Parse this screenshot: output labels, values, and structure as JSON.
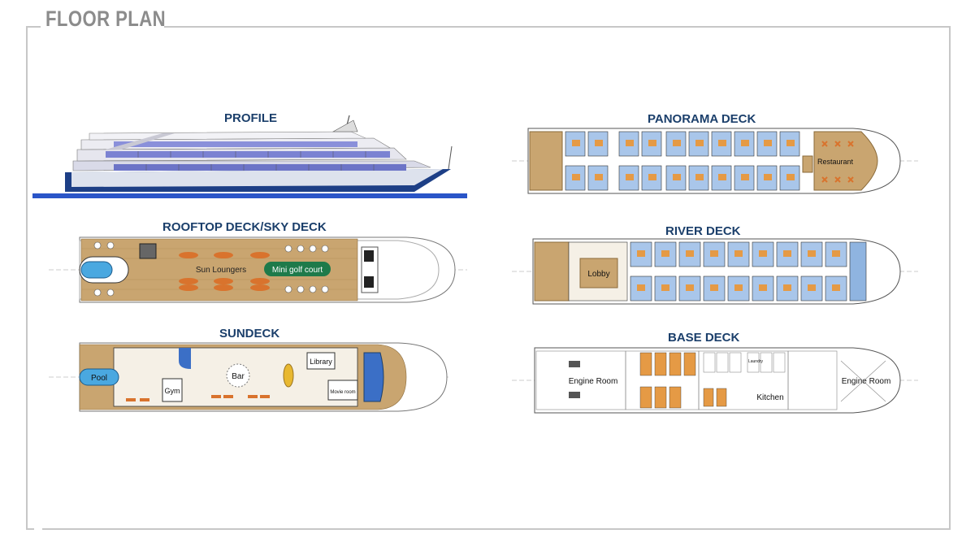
{
  "header": {
    "title": "FLOOR PLAN"
  },
  "decks": {
    "profile": {
      "title": "PROFILE"
    },
    "rooftop": {
      "title": "ROOFTOP DECK/SKY DECK",
      "sun_loungers": "Sun Loungers",
      "mini_golf": "Mini golf court"
    },
    "sundeck": {
      "title": "SUNDECK",
      "pool": "Pool",
      "gym": "Gym",
      "bar": "Bar",
      "library": "Library",
      "movie_room": "Movie room"
    },
    "panorama": {
      "title": "PANORAMA DECK",
      "restaurant": "Restaurant"
    },
    "river": {
      "title": "RIVER DECK",
      "lobby": "Lobby"
    },
    "base": {
      "title": "BASE DECK",
      "engine_room_aft": "Engine Room",
      "engine_room_fwd": "Engine Room",
      "kitchen": "Kitchen",
      "laundry": "Laundry"
    }
  },
  "colors": {
    "title_blue": "#1b3f6b",
    "wood": "#c9a570",
    "cabin_blue": "#a9c6ea",
    "cabin_orange": "#e59a45",
    "hull_blue": "#1d3f86",
    "water": "#2a55c8",
    "green": "#1e7a4a",
    "frame": "#c7c7c7"
  }
}
